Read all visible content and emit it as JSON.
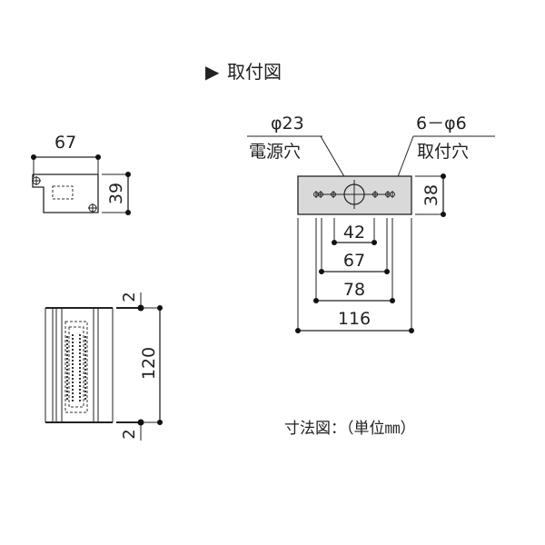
{
  "title": {
    "marker": "▶",
    "text": "取付図"
  },
  "side_view": {
    "width_label": "67",
    "height_label": "39"
  },
  "front_view": {
    "top_gap_label": "2",
    "height_label": "120",
    "bottom_gap_label": "2"
  },
  "mounting_plate": {
    "power_hole": {
      "diameter_label": "φ23",
      "name": "電源穴"
    },
    "mount_holes": {
      "diameter_label": "6－φ6",
      "name": "取付穴"
    },
    "height_label": "38",
    "spacings": [
      "42",
      "67",
      "78",
      "116"
    ],
    "plate_color": "#d9d9d9"
  },
  "caption": "寸法図：（単位㎜）"
}
